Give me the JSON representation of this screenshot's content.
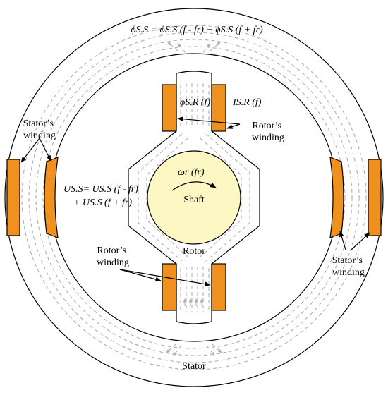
{
  "labels": {
    "flux_stator": "ϕS.S = ϕS.S (f - fr) + ϕS.S (f + fr)",
    "flux_rotor": "ϕS.R (f)",
    "current_rotor": "IS.R (f)",
    "rotor_winding_top": [
      "Rotor’s",
      "winding"
    ],
    "stator_winding_left": [
      "Stator’s",
      "winding"
    ],
    "voltage_line1": "US.S= US.S (f - fr)",
    "voltage_line2": "+ US.S (f + fr)",
    "omega": "ωr (fr)",
    "shaft": "Shaft",
    "rotor": "Rotor",
    "rotor_winding_bottom": [
      "Rotor’s",
      "winding"
    ],
    "stator_winding_right": [
      "Stator’s",
      "winding"
    ],
    "stator": "Stator"
  },
  "colors": {
    "winding_fill": "#f0901e",
    "shaft_fill": "#fdf7c3",
    "flux_line": "#a8a8a8",
    "outline": "#000000"
  }
}
